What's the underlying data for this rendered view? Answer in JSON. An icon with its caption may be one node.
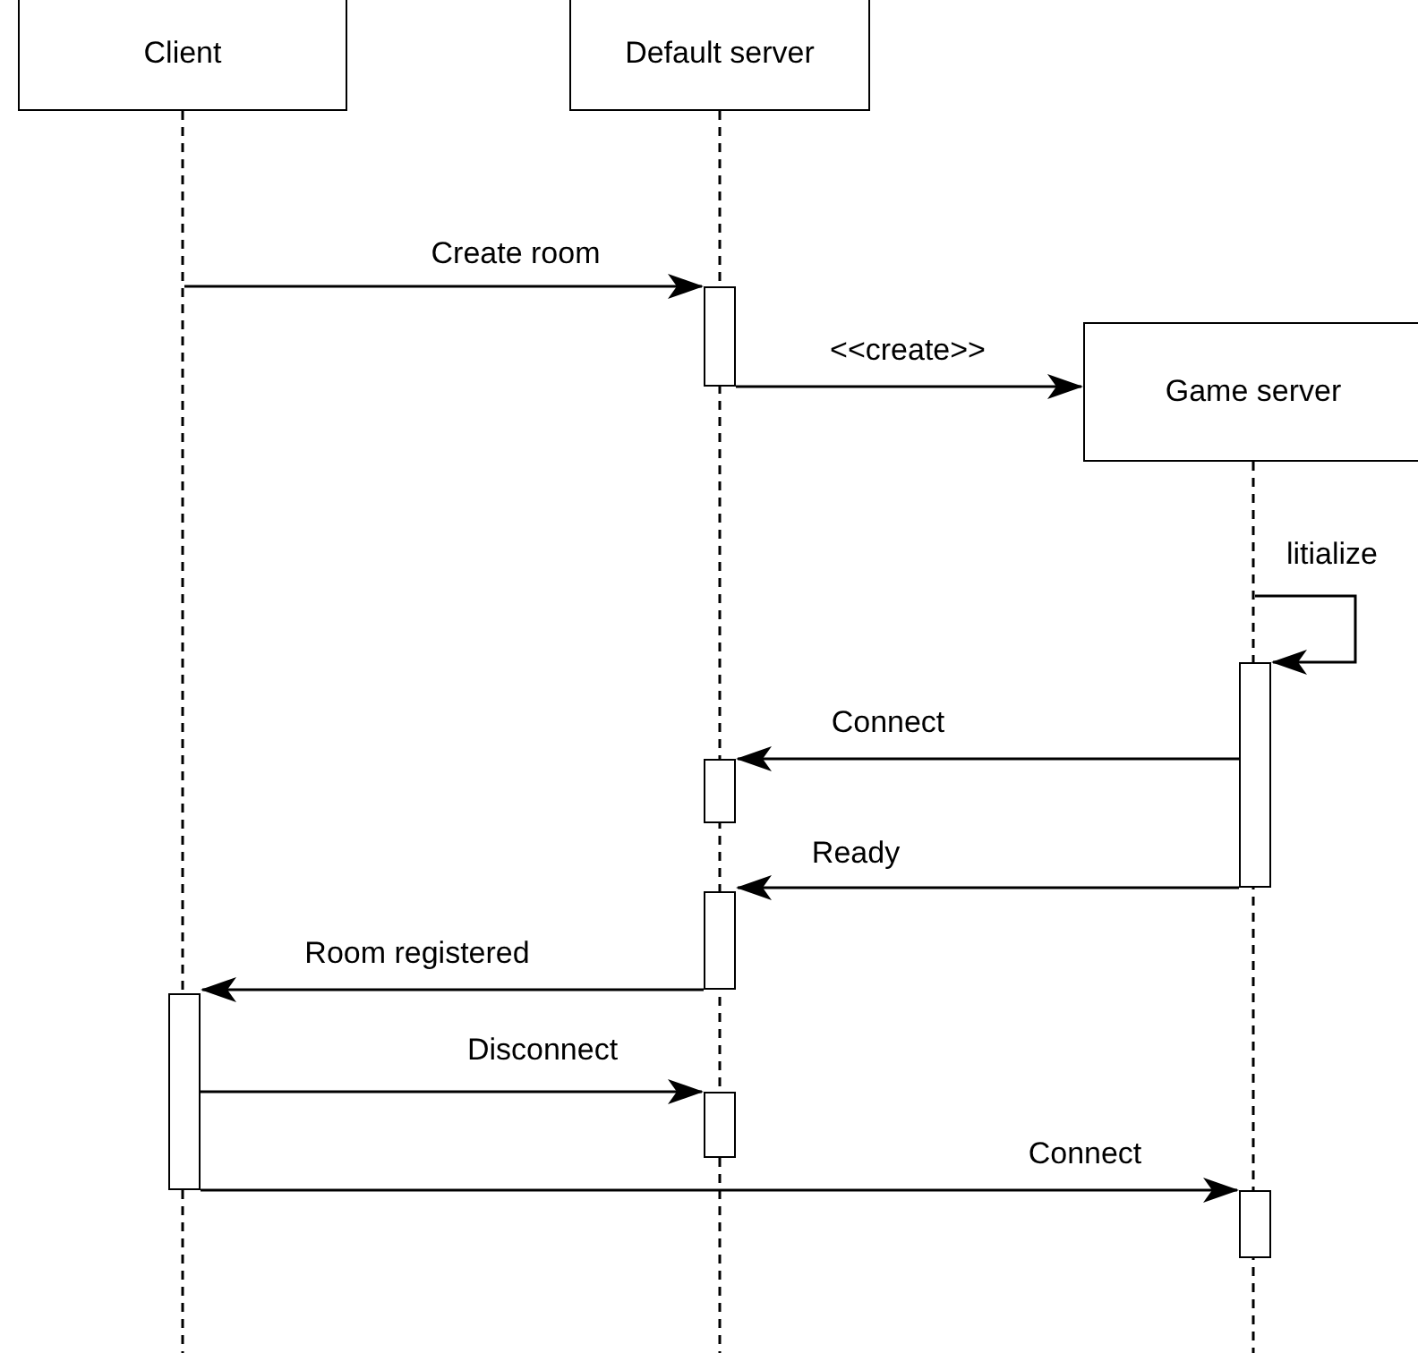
{
  "diagram": {
    "nodes": [
      {
        "text": [
          "Client"
        ]
      },
      {
        "text": [
          "Default server"
        ]
      },
      {
        "text": [
          "Game server"
        ]
      },
      {
        "text": [],
        "shape": "bar"
      },
      {
        "text": [],
        "shape": "bar"
      },
      {
        "text": [],
        "shape": "bar"
      },
      {
        "text": [],
        "shape": "bar"
      },
      {
        "text": [],
        "shape": "bar"
      },
      {
        "text": [],
        "shape": "bar"
      },
      {
        "text": [],
        "shape": "bar"
      }
    ],
    "edges": [
      {
        "from": null,
        "to": 3,
        "arrow": "to",
        "label": "Create room"
      },
      {
        "from": 3,
        "to": 2,
        "arrow": "to",
        "label": "<<create>>"
      },
      {
        "from": null,
        "to": 4,
        "arrow": "to",
        "label": "litialize"
      },
      {
        "from": 4,
        "to": 5,
        "arrow": "to",
        "label": "Connect"
      },
      {
        "from": 4,
        "to": 6,
        "arrow": "to",
        "label": "Ready"
      },
      {
        "from": 6,
        "to": 7,
        "arrow": "to",
        "label": "Room registered"
      },
      {
        "from": 7,
        "to": 8,
        "arrow": "to",
        "label": "Disconnect"
      },
      {
        "from": 7,
        "to": 9,
        "arrow": "to",
        "label": "Connect"
      }
    ]
  }
}
